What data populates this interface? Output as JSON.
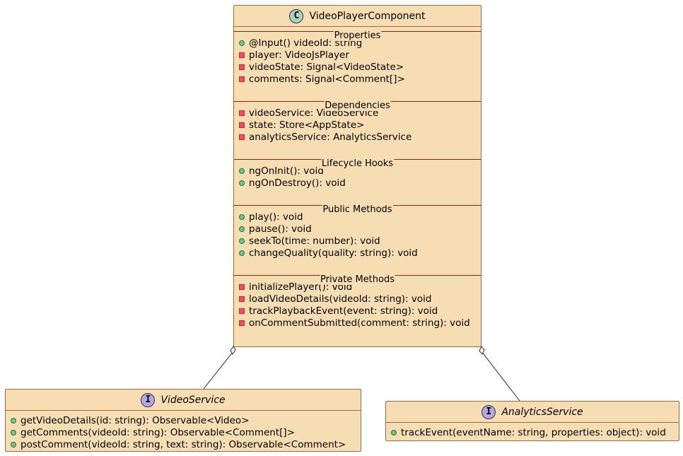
{
  "main_class": {
    "stereotype": "C",
    "name": "VideoPlayerComponent",
    "sections": [
      {
        "title": "Properties",
        "members": [
          {
            "vis": "public",
            "text": "@Input() videoId: string"
          },
          {
            "vis": "private",
            "text": "player: VideoJsPlayer"
          },
          {
            "vis": "private",
            "text": "videoState: Signal<VideoState>"
          },
          {
            "vis": "private",
            "text": "comments: Signal<Comment[]>"
          }
        ]
      },
      {
        "title": "Dependencies",
        "members": [
          {
            "vis": "private",
            "text": "videoService: VideoService"
          },
          {
            "vis": "private",
            "text": "state: Store<AppState>"
          },
          {
            "vis": "private",
            "text": "analyticsService: AnalyticsService"
          }
        ]
      },
      {
        "title": "Lifecycle Hooks",
        "members": [
          {
            "vis": "public",
            "text": "ngOnInit(): void"
          },
          {
            "vis": "public",
            "text": "ngOnDestroy(): void"
          }
        ]
      },
      {
        "title": "Public Methods",
        "members": [
          {
            "vis": "public",
            "text": "play(): void"
          },
          {
            "vis": "public",
            "text": "pause(): void"
          },
          {
            "vis": "public",
            "text": "seekTo(time: number): void"
          },
          {
            "vis": "public",
            "text": "changeQuality(quality: string): void"
          }
        ]
      },
      {
        "title": "Private Methods",
        "members": [
          {
            "vis": "private",
            "text": "initializePlayer(): void"
          },
          {
            "vis": "private",
            "text": "loadVideoDetails(videoId: string): void"
          },
          {
            "vis": "private",
            "text": "trackPlaybackEvent(event: string): void"
          },
          {
            "vis": "private",
            "text": "onCommentSubmitted(comment: string): void"
          }
        ]
      }
    ]
  },
  "video_service": {
    "stereotype": "I",
    "name": "VideoService",
    "members": [
      {
        "vis": "public",
        "text": "getVideoDetails(id: string): Observable<Video>"
      },
      {
        "vis": "public",
        "text": "getComments(videoId: string): Observable<Comment[]>"
      },
      {
        "vis": "public",
        "text": "postComment(videoId: string, text: string): Observable<Comment>"
      }
    ]
  },
  "analytics_service": {
    "stereotype": "I",
    "name": "AnalyticsService",
    "members": [
      {
        "vis": "public",
        "text": "trackEvent(eventName: string, properties: object): void"
      }
    ]
  },
  "colors": {
    "class_fill": "#F6DEB2",
    "class_border": "#A06A3C",
    "class_circle": "#A9D4C1",
    "interface_circle": "#B4A7E5",
    "public_marker": "#84BE84",
    "private_marker": "#F24D5C"
  }
}
